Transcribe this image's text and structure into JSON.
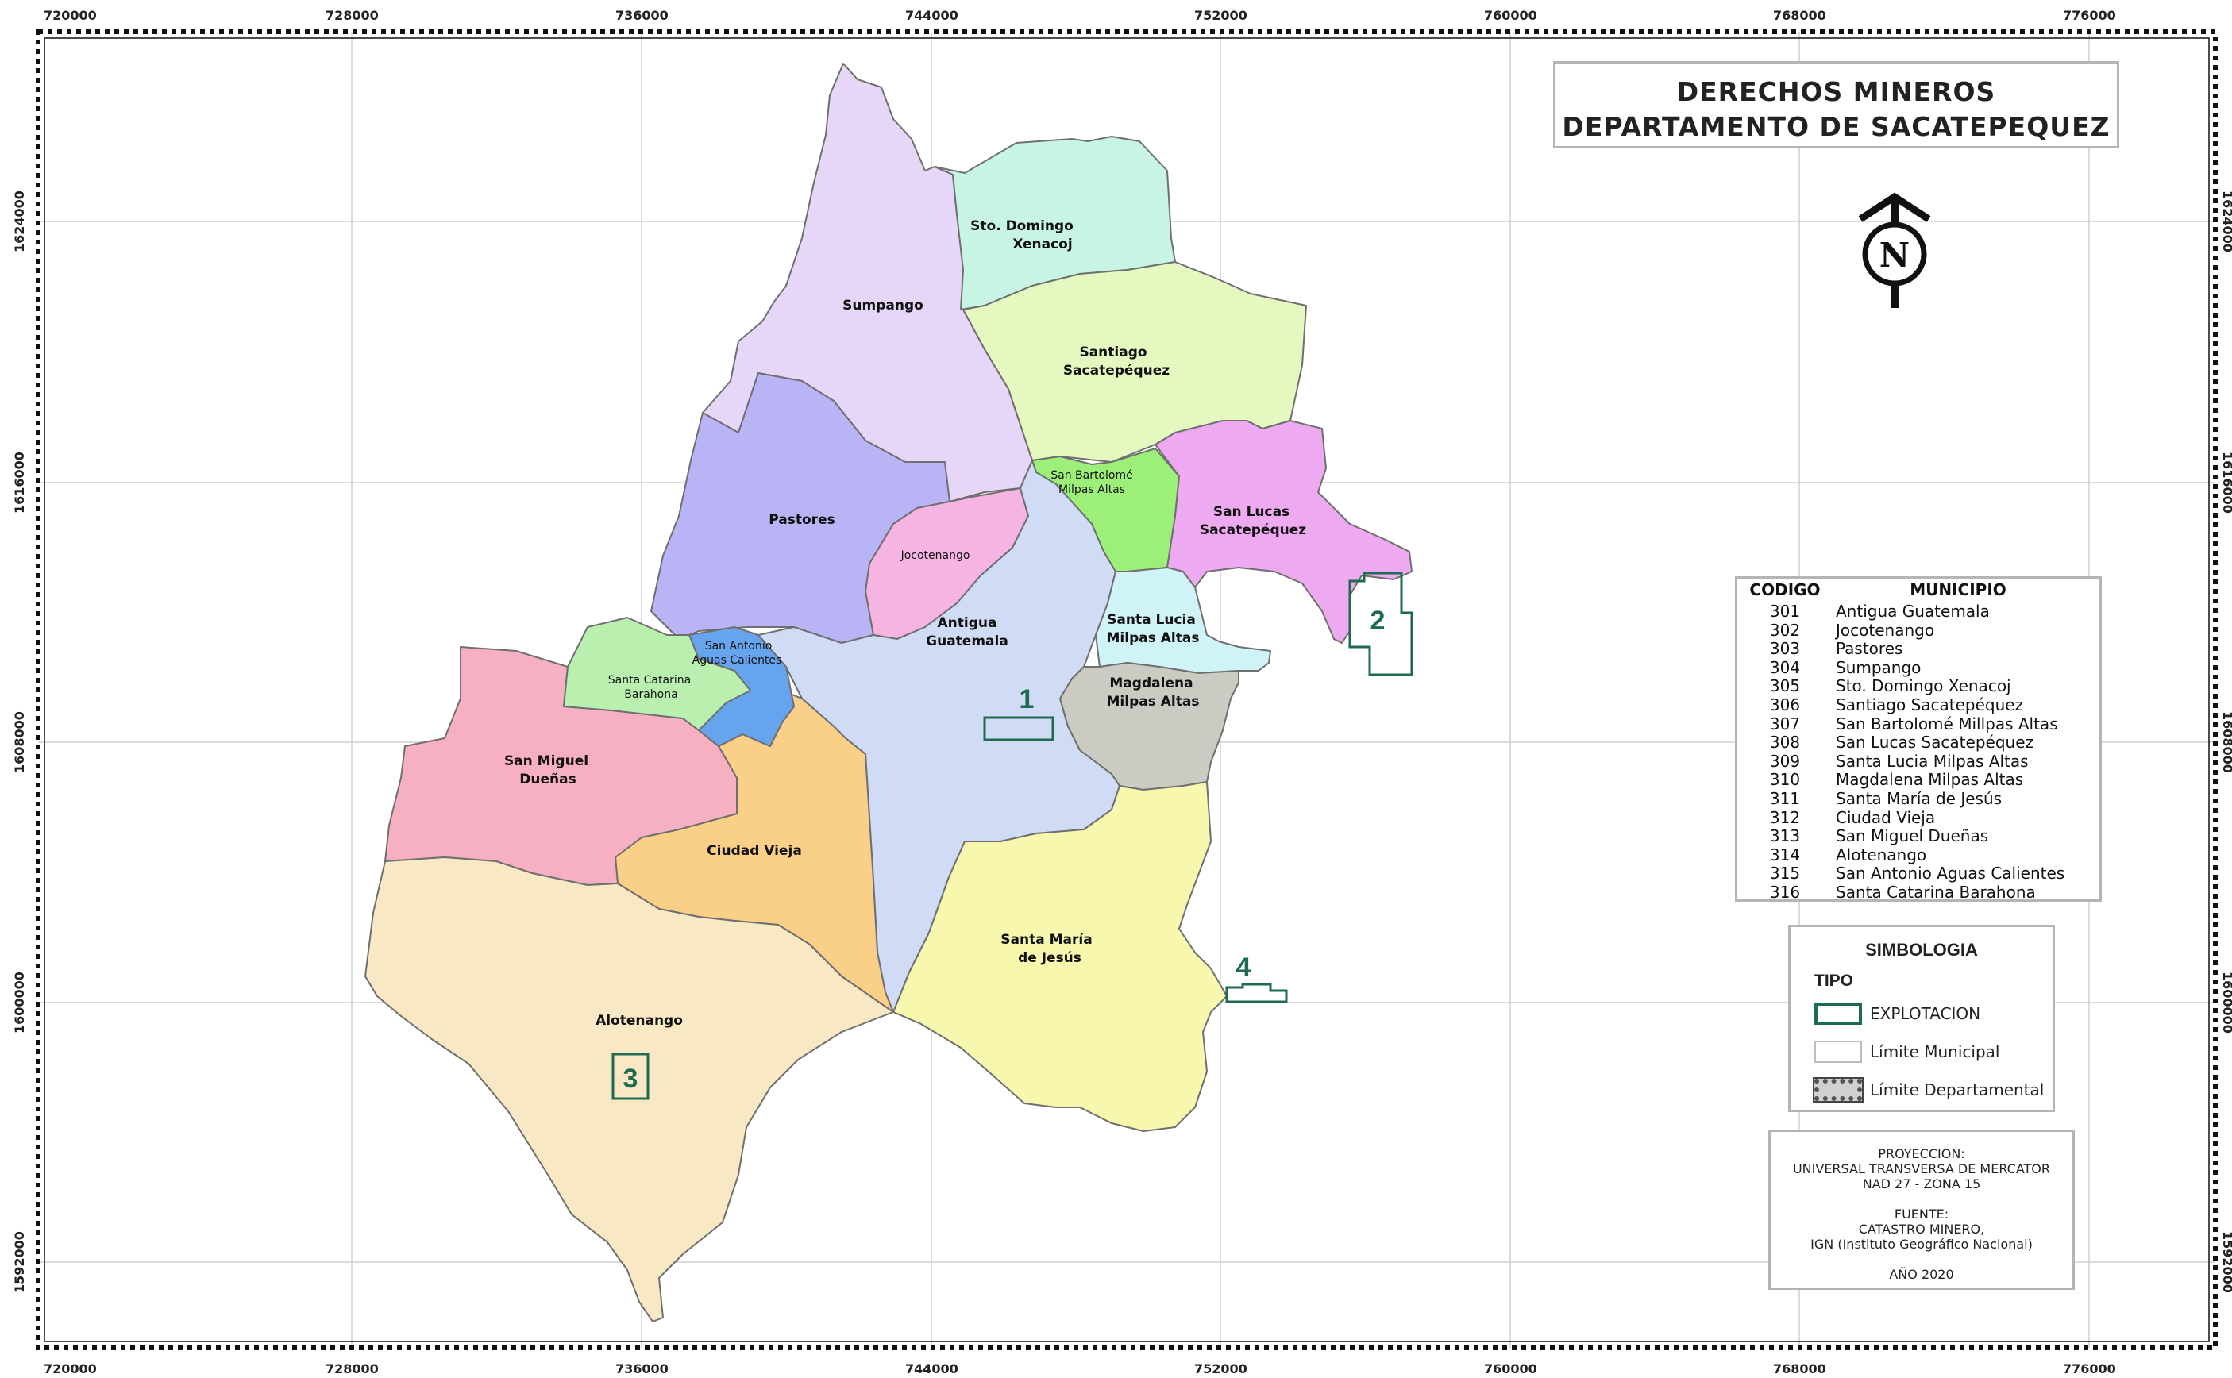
{
  "title": {
    "line1": "DERECHOS MINEROS",
    "line2": "DEPARTAMENTO DE SACATEPEQUEZ"
  },
  "north_arrow": {
    "icon": "north-arrow-icon",
    "letter": "N"
  },
  "grid": {
    "x_labels": [
      "720000",
      "728000",
      "736000",
      "744000",
      "752000",
      "760000",
      "768000",
      "776000"
    ],
    "y_labels": [
      "1624000",
      "1616000",
      "1608000",
      "1600000",
      "1592000"
    ]
  },
  "map_labels": {
    "sumpango": "Sumpango",
    "sto_domingo_1": "Sto. Domingo",
    "sto_domingo_2": "Xenacoj",
    "santiago_1": "Santiago",
    "santiago_2": "Sacatepéquez",
    "pastores": "Pastores",
    "jocotenango": "Jocotenango",
    "bartolome_1": "San Bartolomé",
    "bartolome_2": "Milpas Altas",
    "san_lucas_1": "San Lucas",
    "san_lucas_2": "Sacatepéquez",
    "antigua_1": "Antigua",
    "antigua_2": "Guatemala",
    "santa_lucia_1": "Santa Lucia",
    "santa_lucia_2": "Milpas Altas",
    "magdalena_1": "Magdalena",
    "magdalena_2": "Milpas Altas",
    "aguas_1": "San Antonio",
    "aguas_2": "Aguas Calientes",
    "catarina_1": "Santa Catarina",
    "catarina_2": "Barahona",
    "miguel_1": "San Miguel",
    "miguel_2": "Dueñas",
    "ciudad_vieja": "Ciudad Vieja",
    "santa_maria_1": "Santa María",
    "santa_maria_2": "de Jesús",
    "alotenango": "Alotenango"
  },
  "concessions": [
    {
      "number": "1"
    },
    {
      "number": "2"
    },
    {
      "number": "3"
    },
    {
      "number": "4"
    }
  ],
  "municipality_table": {
    "header_code": "CODIGO",
    "header_name": "MUNICIPIO",
    "rows": [
      {
        "code": "301",
        "name": "Antigua Guatemala"
      },
      {
        "code": "302",
        "name": "Jocotenango"
      },
      {
        "code": "303",
        "name": "Pastores"
      },
      {
        "code": "304",
        "name": "Sumpango"
      },
      {
        "code": "305",
        "name": "Sto. Domingo Xenacoj"
      },
      {
        "code": "306",
        "name": "Santiago Sacatepéquez"
      },
      {
        "code": "307",
        "name": "San Bartolomé Millpas Altas"
      },
      {
        "code": "308",
        "name": "San Lucas Sacatepéquez"
      },
      {
        "code": "309",
        "name": "Santa Lucia Milpas Altas"
      },
      {
        "code": "310",
        "name": "Magdalena Milpas Altas"
      },
      {
        "code": "311",
        "name": "Santa María de Jesús"
      },
      {
        "code": "312",
        "name": "Ciudad Vieja"
      },
      {
        "code": "313",
        "name": "San Miguel Dueñas"
      },
      {
        "code": "314",
        "name": "Alotenango"
      },
      {
        "code": "315",
        "name": "San Antonio Aguas Calientes"
      },
      {
        "code": "316",
        "name": "Santa Catarina Barahona"
      }
    ]
  },
  "legend": {
    "title": "SIMBOLOGIA",
    "subtitle": "TIPO",
    "items": [
      {
        "label": "EXPLOTACION"
      },
      {
        "label": "Límite Municipal"
      },
      {
        "label": "Límite Departamental"
      }
    ]
  },
  "projection": {
    "label": "PROYECCION:",
    "line1": "UNIVERSAL TRANSVERSA DE MERCATOR",
    "line2": "NAD 27 - ZONA 15",
    "source_label": "FUENTE:",
    "source1": "CATASTRO MINERO,",
    "source2": "IGN (Instituto Geográfico Nacional)",
    "year": "AÑO  2020"
  },
  "colors": {
    "antigua": "#d0dcf5",
    "jocotenango": "#f5b4e2",
    "pastores": "#b8b4f6",
    "sumpango": "#e6d6f8",
    "sto_domingo": "#c8f5e3",
    "santiago": "#e4f8c0",
    "bartolome": "#9cf07a",
    "san_lucas": "#eeaaf0",
    "santa_lucia": "#cff3f7",
    "magdalena": "#cbcbc3",
    "santa_maria": "#f7f7ae",
    "ciudad_vieja": "#facf88",
    "miguel": "#f7b0c1",
    "alotenango": "#f8e8c4",
    "aguas": "#67a4ee",
    "catarina": "#b9f0b0",
    "concession_stroke": "#1e6b4f"
  }
}
